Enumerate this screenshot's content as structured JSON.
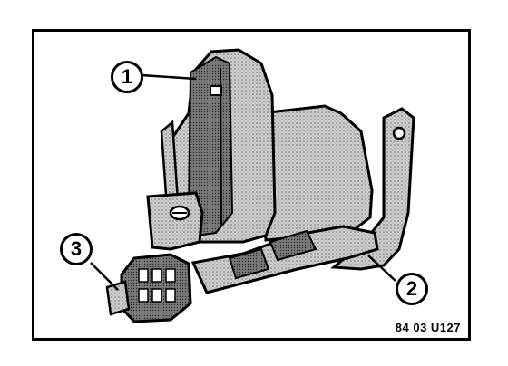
{
  "callouts": [
    {
      "label": "1"
    },
    {
      "label": "2"
    },
    {
      "label": "3"
    }
  ],
  "figure_code": "84 03 U127",
  "colors": {
    "ink": "#000000",
    "shade": "#8a8a8a",
    "light": "#d0d0d0",
    "paper": "#ffffff"
  }
}
